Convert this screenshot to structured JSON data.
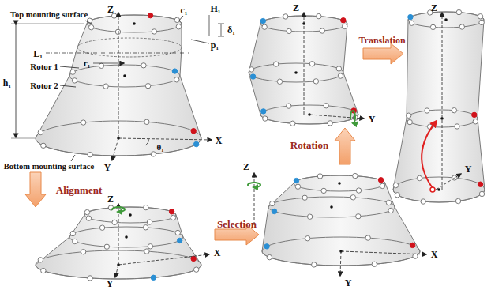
{
  "diagram": {
    "labels": [
      "Z",
      "Top mounting surface",
      "c₁",
      "H₁",
      "δ₁",
      "p₁",
      "L₁",
      "h₁",
      "r₁",
      "Rotor 1",
      "Rotor 2",
      "θ₁",
      "X",
      "Y",
      "Bottom mounting surface",
      "Alignment",
      "Z",
      "X",
      "Y",
      "Selection",
      "Z",
      "X",
      "Y",
      "Rotation",
      "Z",
      "Y",
      "Translation",
      "Z",
      "Y"
    ]
  }
}
